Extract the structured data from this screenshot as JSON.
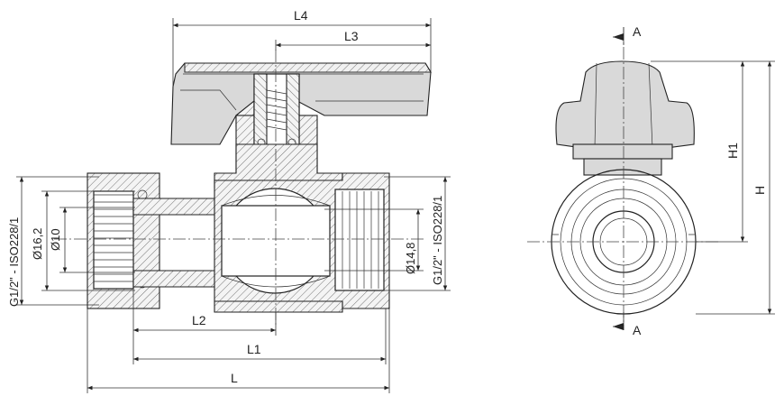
{
  "labels": {
    "L4": "L4",
    "L3": "L3",
    "L2": "L2",
    "L1": "L1",
    "L": "L",
    "H": "H",
    "H1": "H1",
    "section_top": "A",
    "section_bottom": "A",
    "thread_left": "G1/2\" - ISO228/1",
    "dia_16_2": "Ø16,2",
    "dia_10": "Ø10",
    "dia_14_8": "Ø14,8",
    "thread_right": "G1/2\" - ISO228/1"
  }
}
